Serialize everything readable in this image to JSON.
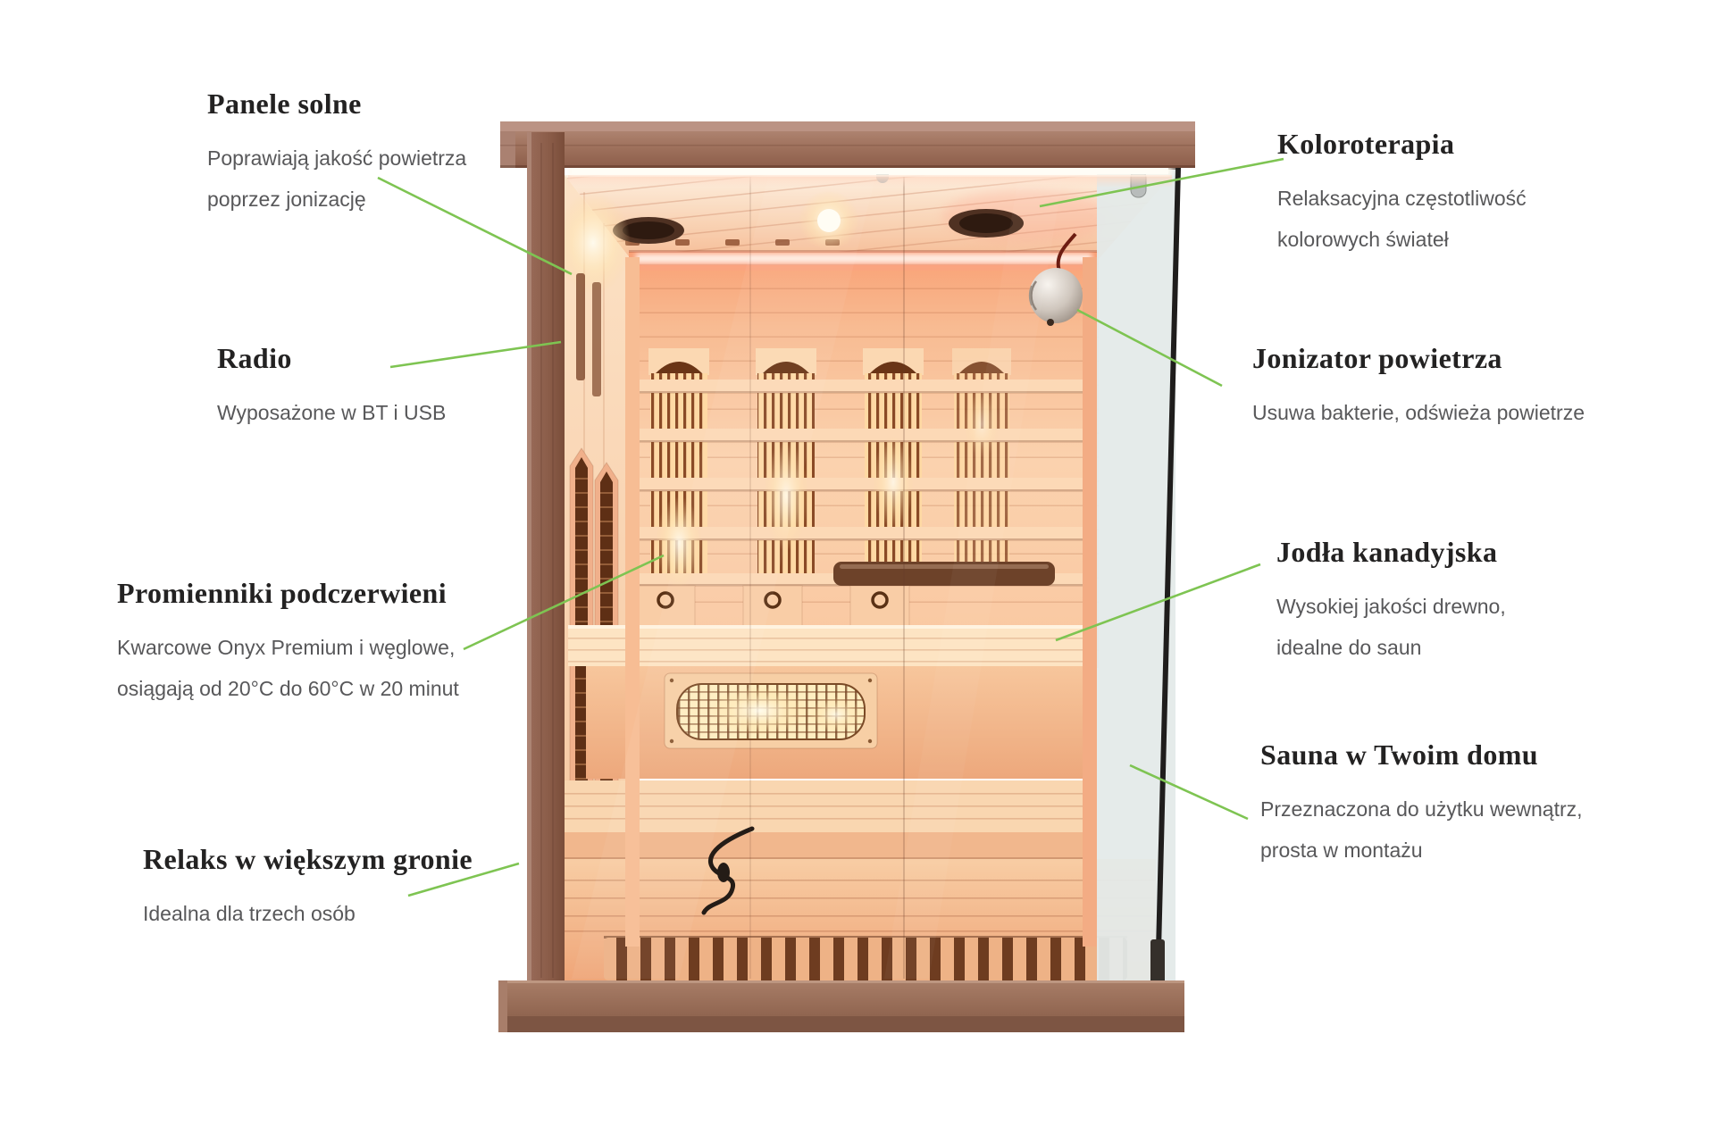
{
  "accent": {
    "connector_color": "#7ec452",
    "heading_color": "#232222",
    "body_color": "#58585a"
  },
  "labels": {
    "left": [
      {
        "title": "Panele solne",
        "lines": [
          "Poprawiają jakość powietrza",
          "poprzez jonizację"
        ]
      },
      {
        "title": "Radio",
        "lines": [
          "Wyposażone w BT i USB"
        ]
      },
      {
        "title": "Promienniki podczerwieni",
        "lines": [
          "Kwarcowe Onyx Premium i węglowe,",
          "osiągają od 20°C do 60°C w 20 minut"
        ]
      },
      {
        "title": "Relaks w większym gronie",
        "lines": [
          "Idealna dla trzech osób"
        ]
      }
    ],
    "right": [
      {
        "title": "Koloroterapia",
        "lines": [
          "Relaksacyjna częstotliwość",
          "kolorowych świateł"
        ]
      },
      {
        "title": "Jonizator powietrza",
        "lines": [
          "Usuwa bakterie, odświeża powietrze"
        ]
      },
      {
        "title": "Jodła kanadyjska",
        "lines": [
          "Wysokiej jakości drewno,",
          "idealne do saun"
        ]
      },
      {
        "title": "Sauna w Twoim domu",
        "lines": [
          "Przeznaczona do użytku wewnątrz,",
          "prosta w montażu"
        ]
      }
    ]
  }
}
